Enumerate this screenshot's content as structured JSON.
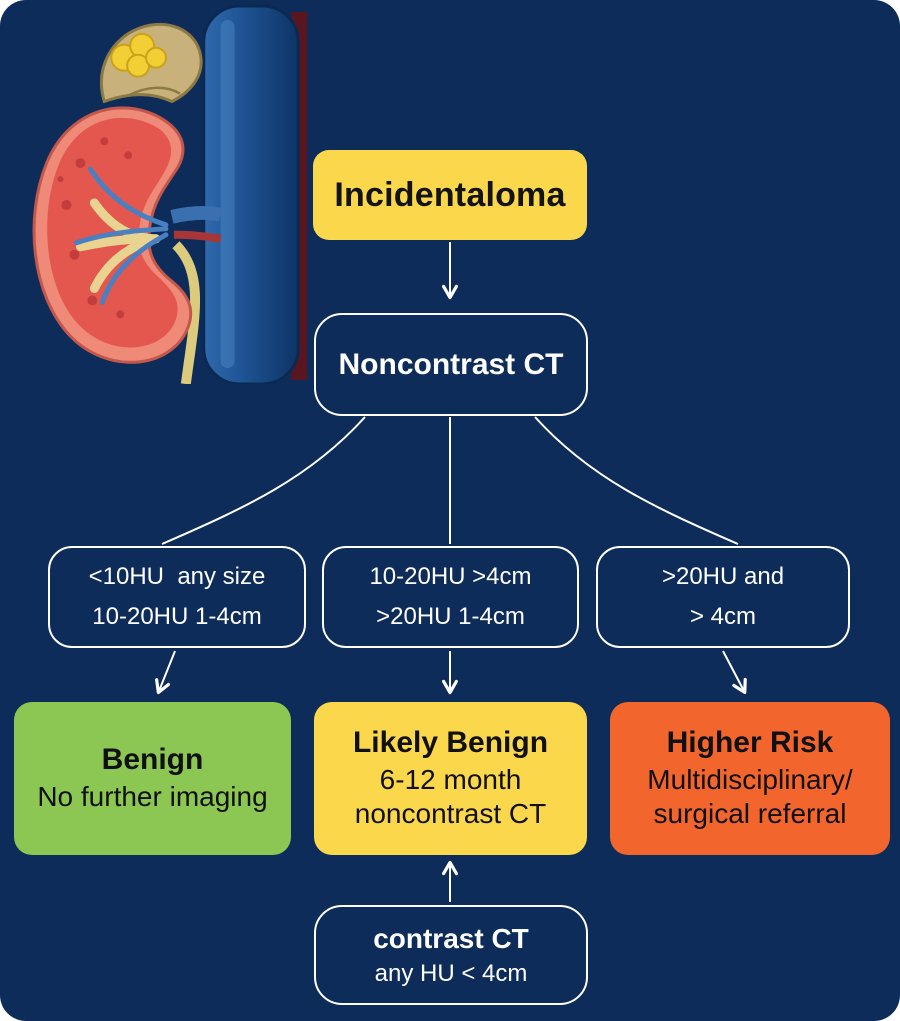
{
  "canvas": {
    "background": "#0d2c5a"
  },
  "colors": {
    "box_yellow": "#fbd84b",
    "box_green": "#8cc653",
    "box_orange": "#f2652c",
    "outline_white": "#ffffff",
    "text_dark": "#101010",
    "text_light": "#ffffff"
  },
  "illustration": {
    "alt": "Kidney with adrenal gland nodule beside great vessel"
  },
  "flowchart": {
    "start": {
      "label": "Incidentaloma"
    },
    "noncontrast_ct": {
      "label": "Noncontrast CT"
    },
    "criteria": [
      {
        "line1": "<10HU  any size",
        "line2": "10-20HU 1-4cm"
      },
      {
        "line1": "10-20HU >4cm",
        "line2": ">20HU 1-4cm"
      },
      {
        "line1": ">20HU and",
        "line2": "> 4cm"
      }
    ],
    "outcomes": [
      {
        "title": "Benign",
        "line1": "No further imaging",
        "color": "#8cc653"
      },
      {
        "title": "Likely Benign",
        "line1": "6-12 month",
        "line2": "noncontrast CT",
        "color": "#fbd84b"
      },
      {
        "title": "Higher Risk",
        "line1": "Multidisciplinary/",
        "line2": "surgical referral",
        "color": "#f2652c"
      }
    ],
    "followup": {
      "title": "contrast CT",
      "subtitle": "any HU < 4cm"
    }
  }
}
